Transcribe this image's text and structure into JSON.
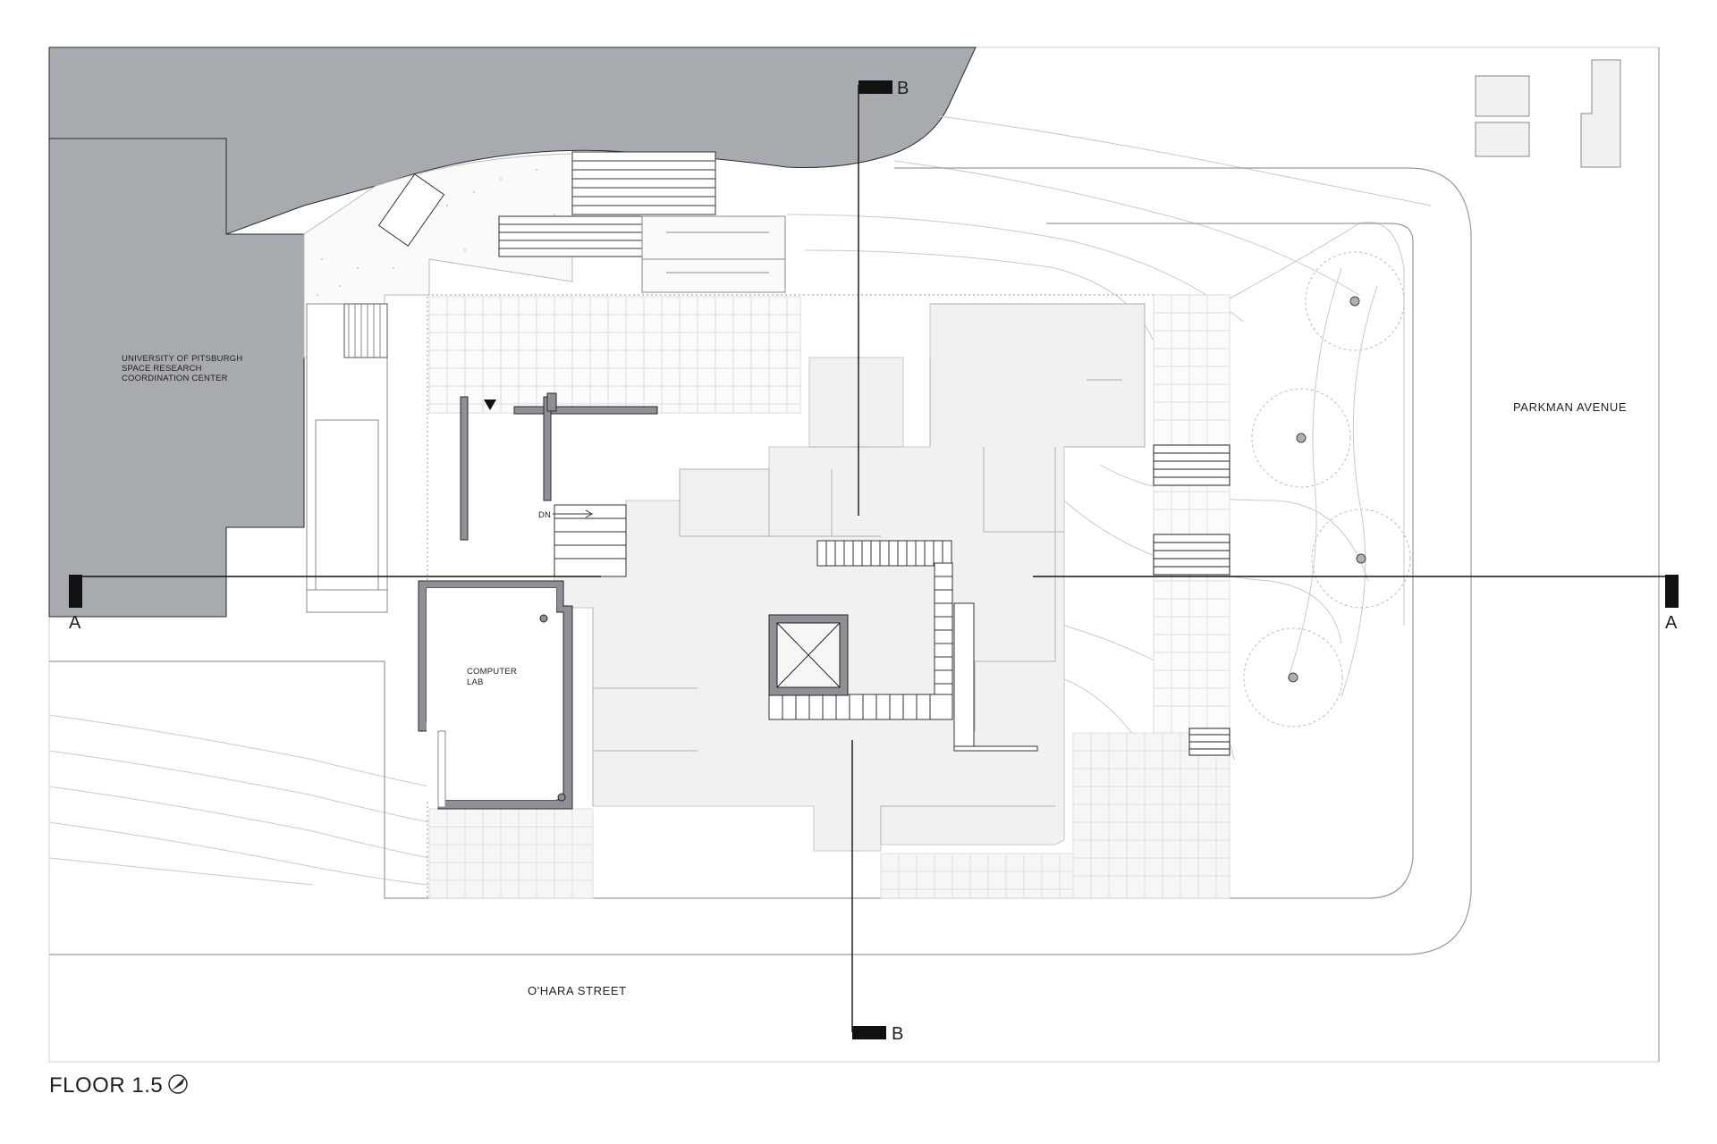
{
  "title": "FLOOR 1.5",
  "north_icon": "north-arrow-icon",
  "labels": {
    "building": [
      "UNIVERSITY OF PITSBURGH",
      "SPACE RESEARCH",
      "COORDINATION CENTER"
    ],
    "parkman": "PARKMAN AVENUE",
    "ohara": "O'HARA STREET",
    "computer_lab": [
      "COMPUTER",
      "LAB"
    ],
    "dn": "DN"
  },
  "section_markers": {
    "a": "A",
    "b": "B"
  },
  "colors": {
    "neighbor_building": "#a7aaae",
    "interior_floor": "#f1f1f2",
    "walls": "#8e9095",
    "lines": "#2a2a2a"
  }
}
